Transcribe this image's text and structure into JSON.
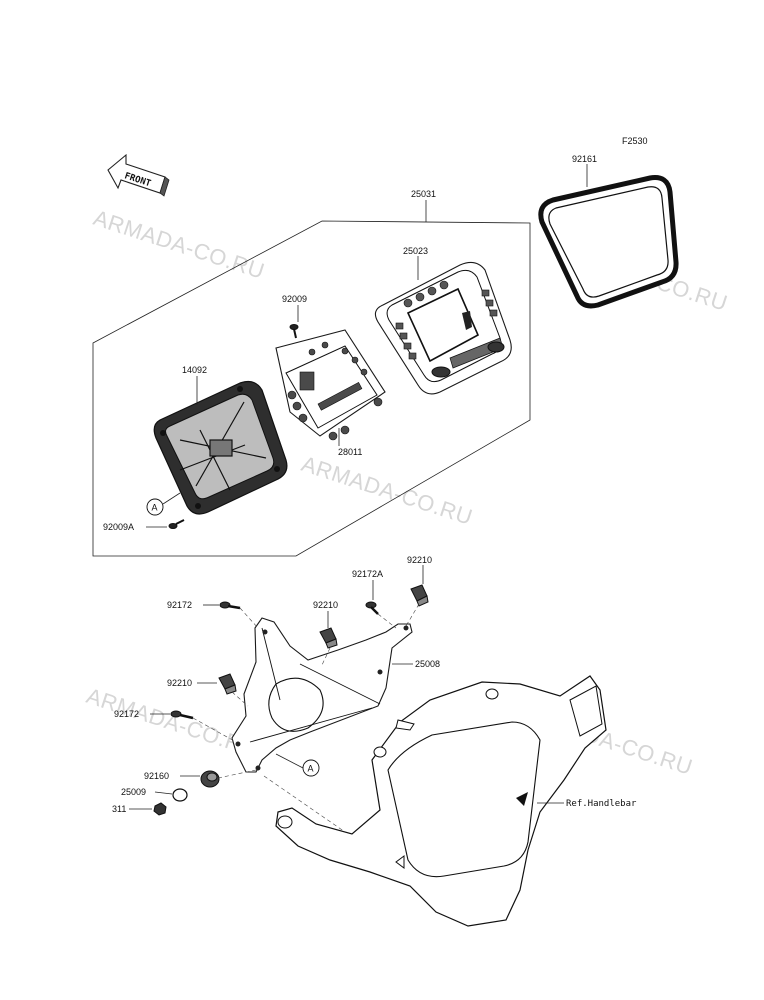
{
  "figure_code": "F2530",
  "front_label": "FRONT",
  "watermark_text": "ARMADA-CO.RU",
  "callouts": {
    "p25031": "25031",
    "p92161": "92161",
    "p25023": "25023",
    "p92009": "92009",
    "p14092": "14092",
    "p28011": "28011",
    "circle_a_1": "A",
    "p92009a": "92009A",
    "p92172a": "92172A",
    "p92210_top": "92210",
    "p92172_top": "92172",
    "p92210_mid": "92210",
    "p25008": "25008",
    "p92210_left": "92210",
    "p92172_left": "92172",
    "circle_a_2": "A",
    "p92160": "92160",
    "p25009": "25009",
    "p311": "311",
    "ref_handlebar": "Ref.Handlebar"
  },
  "colors": {
    "line": "#222222",
    "watermark": "#c9c9c9",
    "fill_dark": "#3a3a3a"
  }
}
